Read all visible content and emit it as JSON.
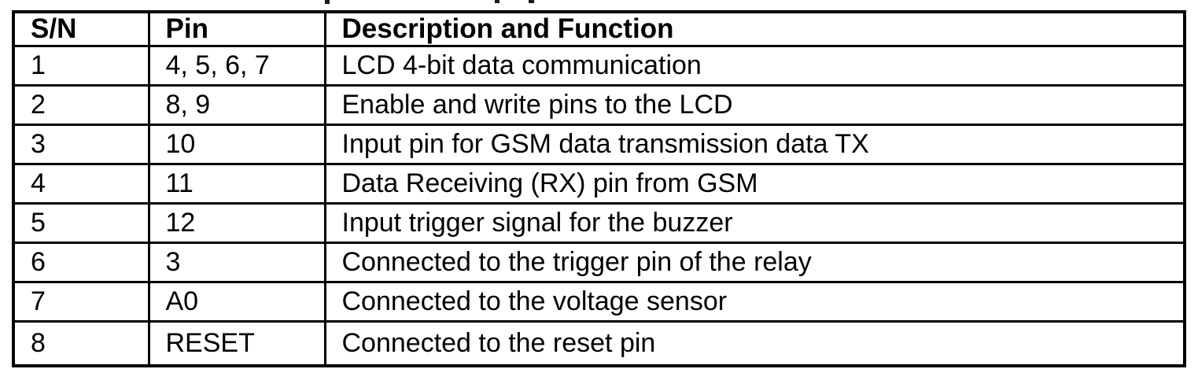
{
  "page": {
    "background": "#ffffff",
    "border_color": "#000000",
    "text_color": "#000000"
  },
  "table": {
    "headers": [
      "S/N",
      "Pin",
      "Description and Function"
    ],
    "rows": [
      {
        "sn": "1",
        "pin": "4, 5, 6, 7",
        "desc": "LCD 4-bit data communication"
      },
      {
        "sn": "2",
        "pin": "8, 9",
        "desc": "Enable and write pins to the LCD"
      },
      {
        "sn": "3",
        "pin": "10",
        "desc": "Input pin for GSM data transmission data TX"
      },
      {
        "sn": "4",
        "pin": "11",
        "desc": "Data Receiving (RX) pin from GSM"
      },
      {
        "sn": "5",
        "pin": "12",
        "desc": "Input trigger signal for the buzzer"
      },
      {
        "sn": "6",
        "pin": "3",
        "desc": "Connected to the trigger pin of the relay"
      },
      {
        "sn": "7",
        "pin": "A0",
        "desc": "Connected to the voltage sensor"
      },
      {
        "sn": "8",
        "pin": "RESET",
        "desc": "Connected to the reset pin"
      }
    ]
  }
}
